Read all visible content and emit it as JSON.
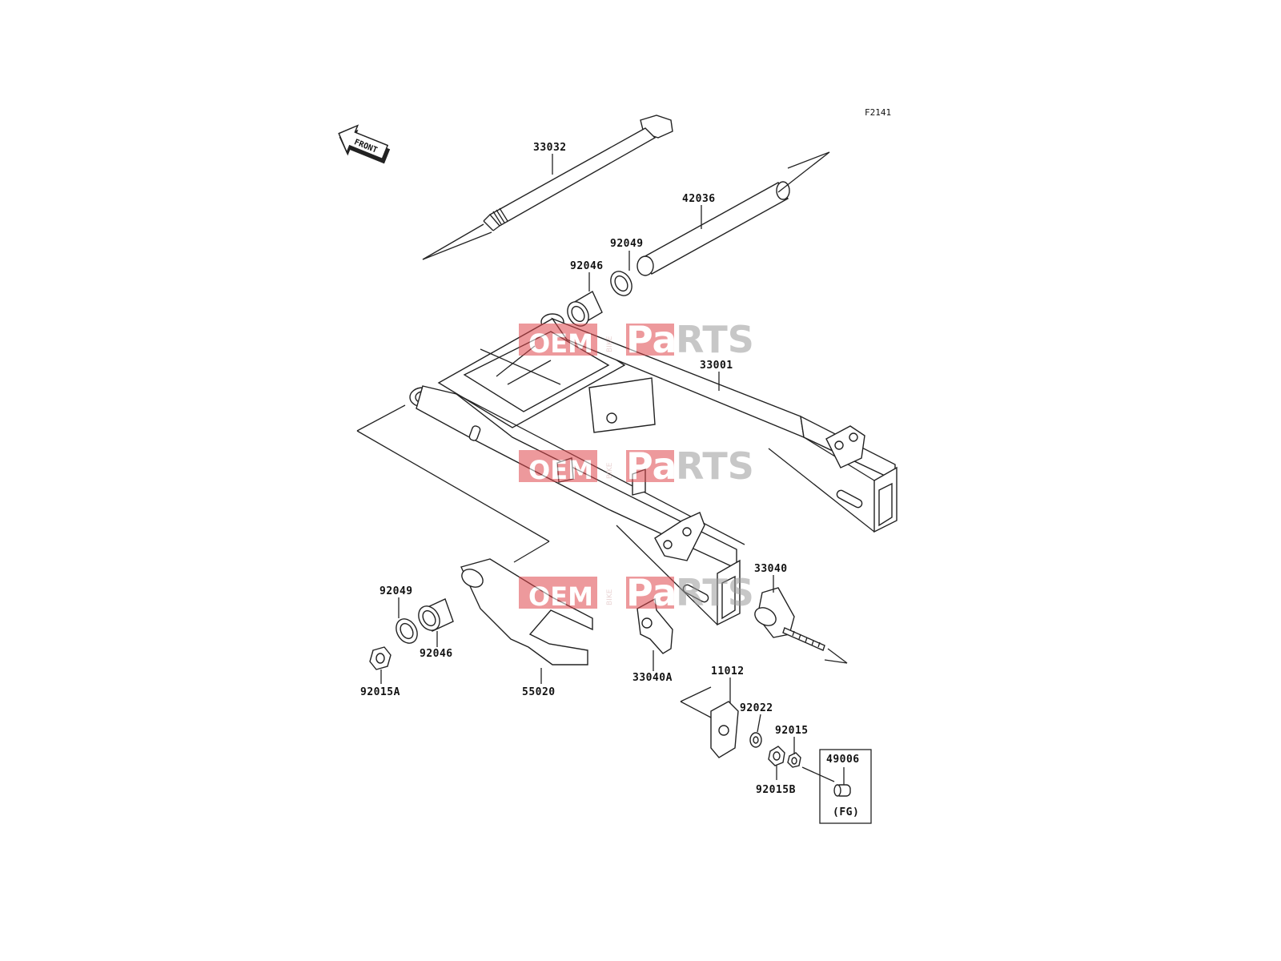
{
  "diagram_code": "F2141",
  "front_arrow": {
    "label": "FRONT",
    "icon": "front-direction-arrow-icon"
  },
  "parts": {
    "p33032": "33032",
    "p42036": "42036",
    "p92049_top": "92049",
    "p92046_top": "92046",
    "p33001": "33001",
    "p33040": "33040",
    "p92049_left": "92049",
    "p92046_left": "92046",
    "p92015A": "92015A",
    "p55020": "55020",
    "p33040A": "33040A",
    "p11012": "11012",
    "p92022": "92022",
    "p92015": "92015",
    "p92015B": "92015B",
    "p49006": "49006"
  },
  "variant_note": "(FG)",
  "watermark": {
    "brand_left": "OEM",
    "brand_middle": "BIKE",
    "brand_right_a": "Pa",
    "brand_right_b": "RTS",
    "colors": {
      "primary": "#e0474c",
      "secondary": "#9a9a9a"
    }
  }
}
